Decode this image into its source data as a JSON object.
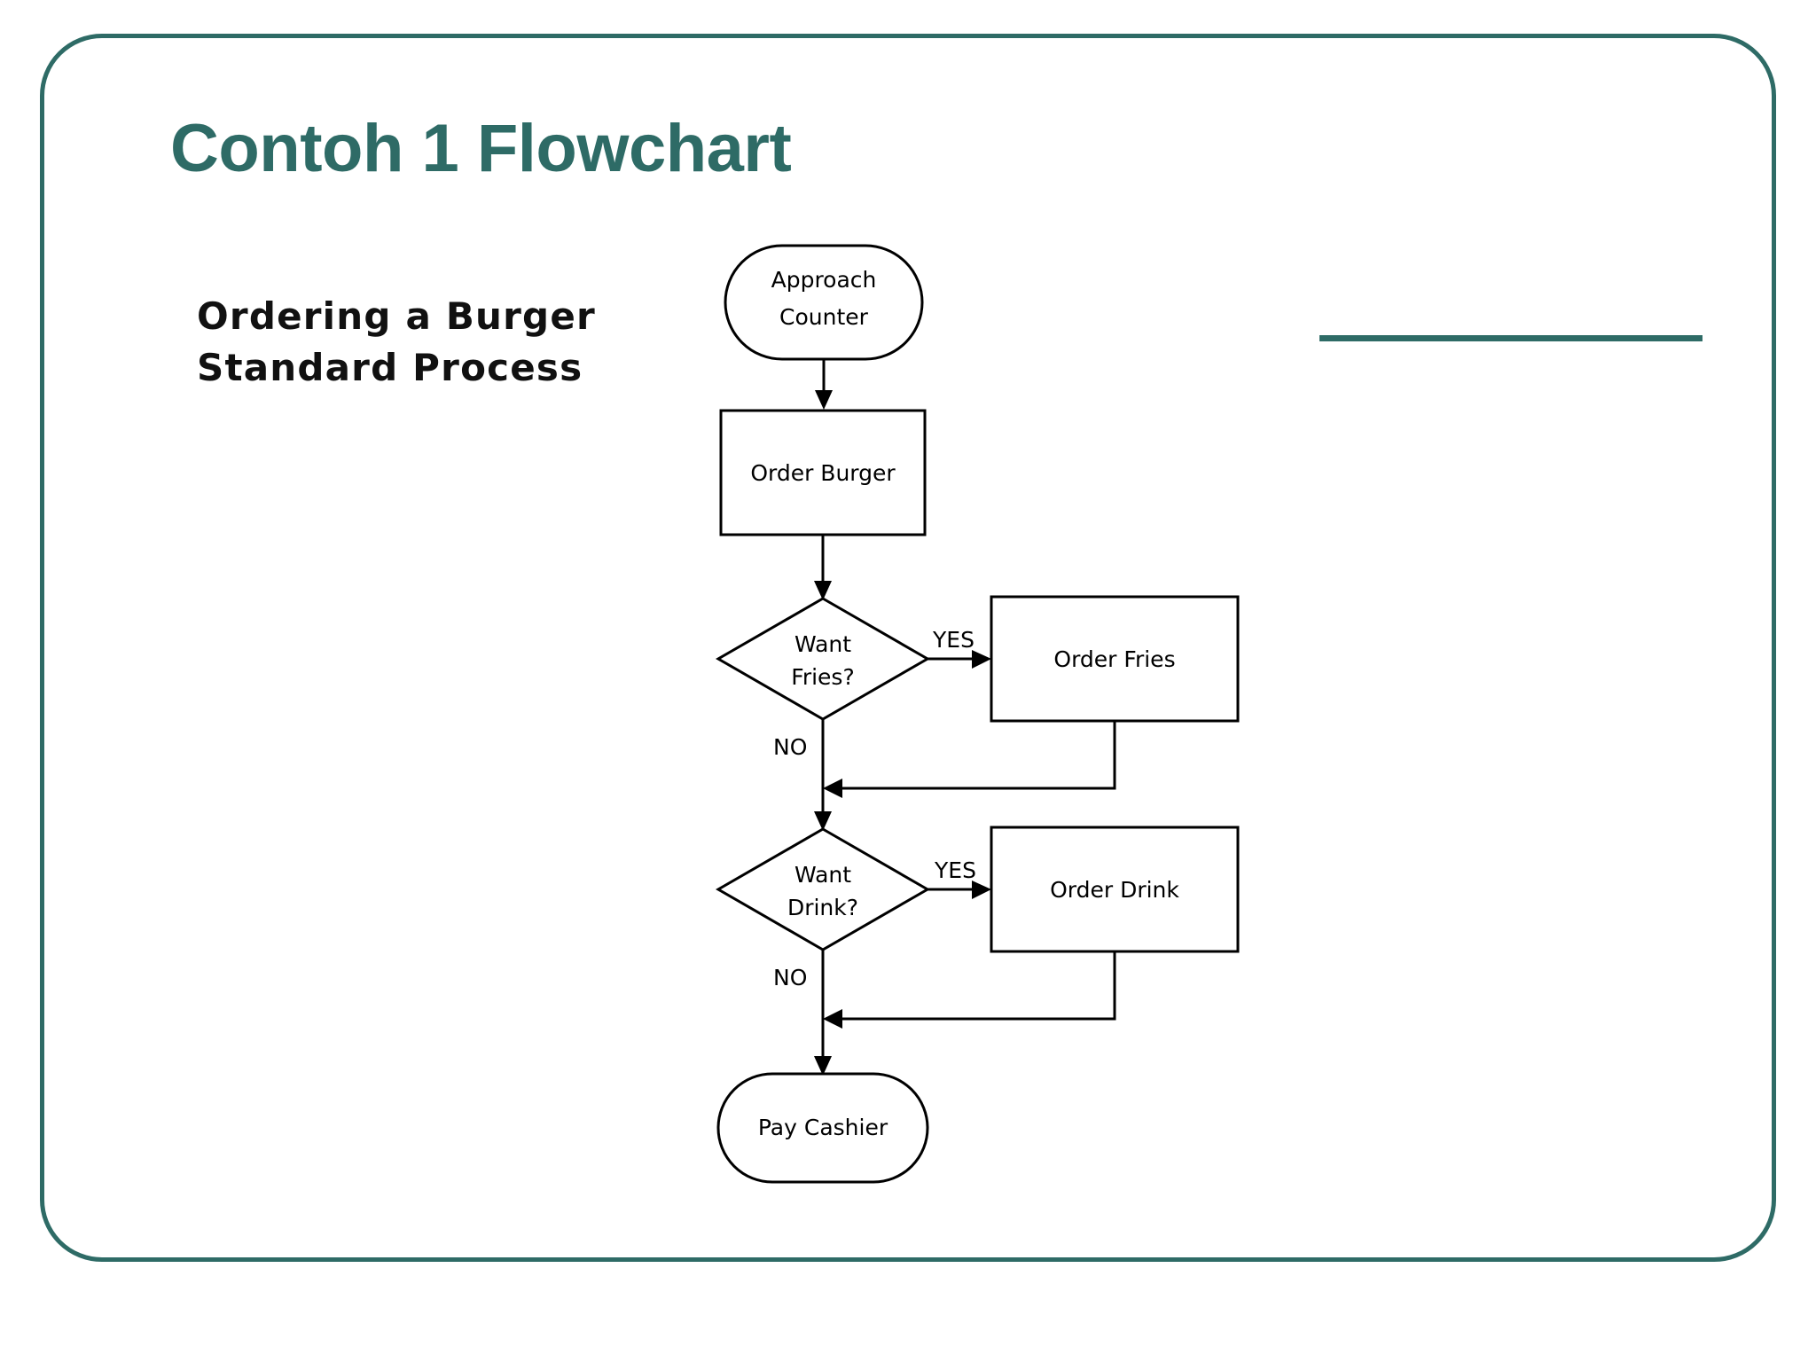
{
  "slide": {
    "title": "Contoh 1 Flowchart",
    "accent_color": "#2E6B66",
    "background_color": "#FFFFFF",
    "frame_color": "#2E6B66",
    "rule_color": "#2E6B66"
  },
  "caption": {
    "line1": "Ordering a Burger",
    "line2": "Standard Process"
  },
  "chart_data": {
    "type": "flowchart",
    "title": "Ordering a Burger Standard Process",
    "nodes": [
      {
        "id": "approach",
        "label_line1": "Approach",
        "label_line2": "Counter",
        "shape": "terminator"
      },
      {
        "id": "order_burger",
        "label_line1": "Order Burger",
        "label_line2": "",
        "shape": "process"
      },
      {
        "id": "want_fries",
        "label_line1": "Want",
        "label_line2": "Fries?",
        "shape": "decision"
      },
      {
        "id": "order_fries",
        "label_line1": "Order Fries",
        "label_line2": "",
        "shape": "process"
      },
      {
        "id": "want_drink",
        "label_line1": "Want",
        "label_line2": "Drink?",
        "shape": "decision"
      },
      {
        "id": "order_drink",
        "label_line1": "Order Drink",
        "label_line2": "",
        "shape": "process"
      },
      {
        "id": "pay_cashier",
        "label_line1": "Pay Cashier",
        "label_line2": "",
        "shape": "terminator"
      }
    ],
    "edges": [
      {
        "from": "approach",
        "to": "order_burger",
        "label": ""
      },
      {
        "from": "order_burger",
        "to": "want_fries",
        "label": ""
      },
      {
        "from": "want_fries",
        "to": "order_fries",
        "label": "YES"
      },
      {
        "from": "want_fries",
        "to": "want_drink",
        "label": "NO"
      },
      {
        "from": "order_fries",
        "to": "want_drink",
        "label": ""
      },
      {
        "from": "want_drink",
        "to": "order_drink",
        "label": "YES"
      },
      {
        "from": "want_drink",
        "to": "pay_cashier",
        "label": "NO"
      },
      {
        "from": "order_drink",
        "to": "pay_cashier",
        "label": ""
      }
    ],
    "edge_labels": {
      "fries_yes": "YES",
      "fries_no": "NO",
      "drink_yes": "YES",
      "drink_no": "NO"
    }
  }
}
